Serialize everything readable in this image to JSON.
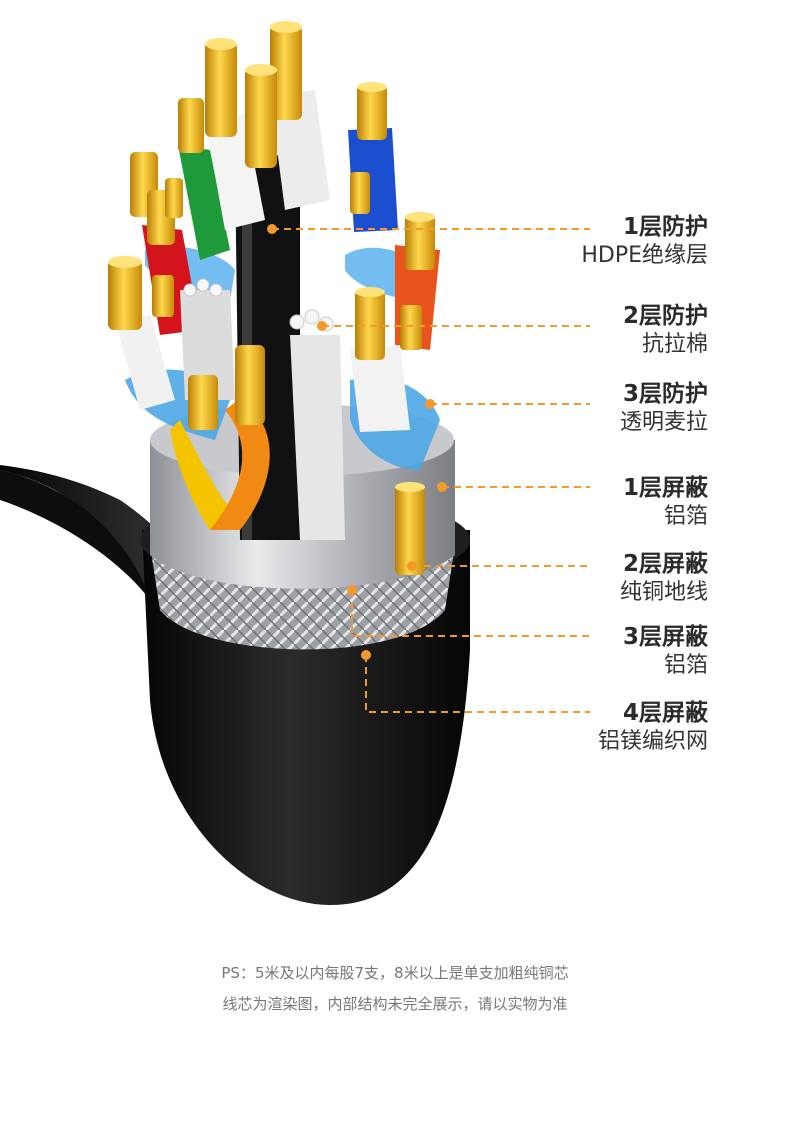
{
  "layers": [
    {
      "title": "1层防护",
      "sub": "HDPE绝缘层"
    },
    {
      "title": "2层防护",
      "sub": "抗拉棉"
    },
    {
      "title": "3层防护",
      "sub": "透明麦拉"
    },
    {
      "title": "1层屏蔽",
      "sub": "铝箔"
    },
    {
      "title": "2层屏蔽",
      "sub": "纯铜地线"
    },
    {
      "title": "3层屏蔽",
      "sub": "铝箔"
    },
    {
      "title": "4层屏蔽",
      "sub": "铝镁编织网"
    }
  ],
  "notes": [
    "PS：5米及以内每股7支，8米以上是单支加粗纯铜芯",
    "线芯为渲染图，内部结构未完全展示，请以实物为准"
  ],
  "colors": {
    "accent": "#f39a2a",
    "jacket": "#141414",
    "gold": "#e8a514",
    "shield": "#b9bcc2",
    "foil": "#4ea6e6"
  }
}
